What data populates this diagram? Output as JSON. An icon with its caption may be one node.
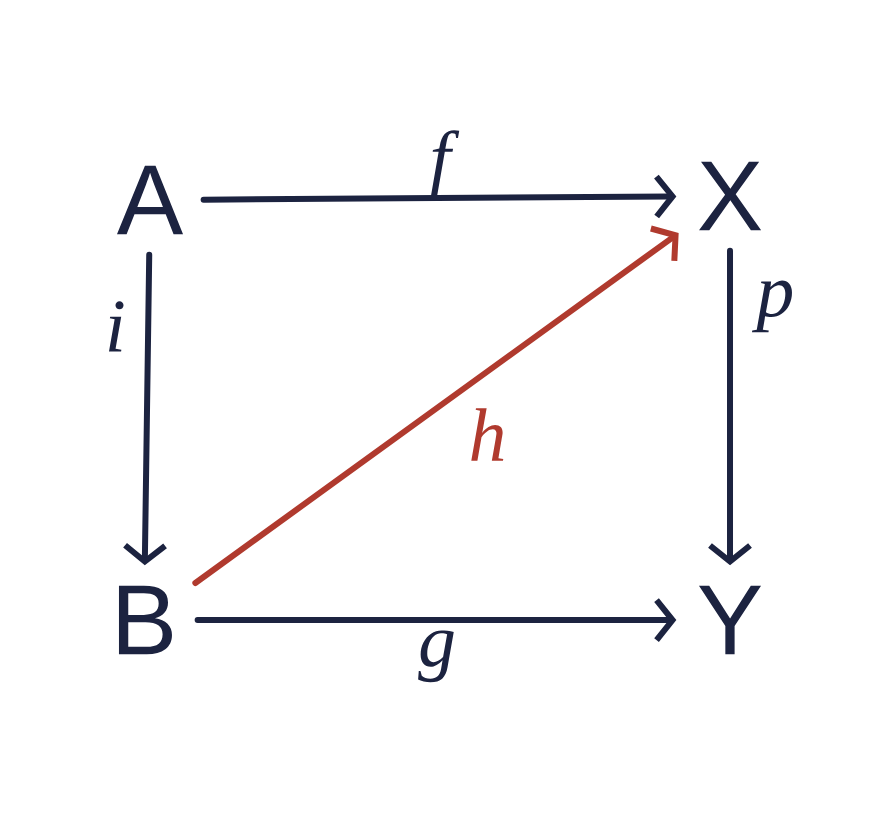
{
  "diagram": {
    "nodes": [
      {
        "text": [
          "A"
        ]
      },
      {
        "text": [
          "X"
        ]
      },
      {
        "text": [
          "B"
        ]
      },
      {
        "text": [
          "Y"
        ]
      }
    ],
    "edges": [
      {
        "from": 0,
        "to": 1,
        "arrow": "to",
        "label": "f"
      },
      {
        "from": 0,
        "to": 2,
        "arrow": "to",
        "label": "i"
      },
      {
        "from": 1,
        "to": 3,
        "arrow": "to",
        "label": "p"
      },
      {
        "from": 2,
        "to": 3,
        "arrow": "to",
        "label": "g"
      },
      {
        "from": 2,
        "to": 1,
        "arrow": "to",
        "label": "h",
        "color": "#b03a2e"
      }
    ]
  }
}
